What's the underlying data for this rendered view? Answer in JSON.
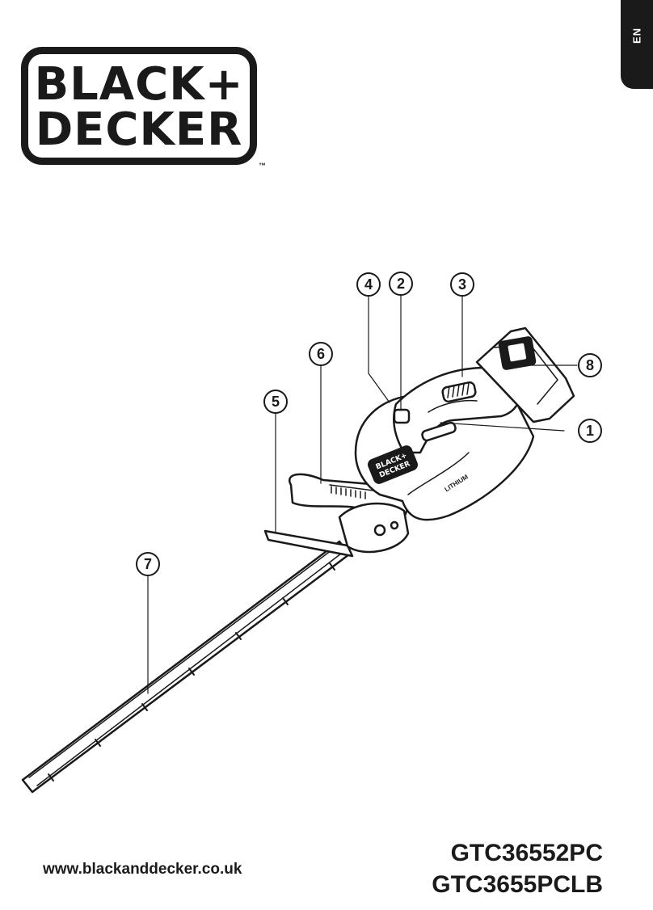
{
  "language_tab": "EN",
  "brand": {
    "line1": "BLACK+",
    "line2": "DECKER",
    "trademark": "™"
  },
  "diagram": {
    "callouts": [
      "1",
      "2",
      "3",
      "4",
      "5",
      "6",
      "7",
      "8"
    ],
    "body_logo": [
      "BLACK+",
      "DECKER"
    ],
    "battery_label": "LITHIUM"
  },
  "footer": {
    "website": "www.blackanddecker.co.uk",
    "models": [
      "GTC36552PC",
      "GTC3655PCLB"
    ]
  }
}
